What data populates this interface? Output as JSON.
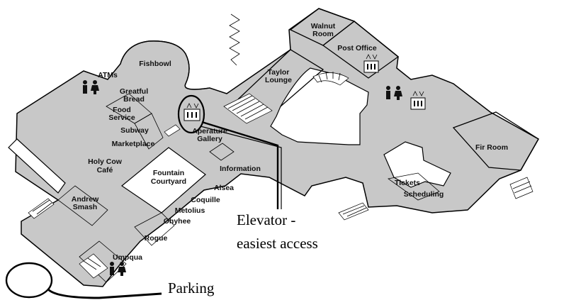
{
  "rooms": {
    "walnut_room_line1": "Walnut",
    "walnut_room_line2": "Room",
    "post_office": "Post Office",
    "fishbowl": "Fishbowl",
    "atms": "ATMs",
    "taylor_lounge_line1": "Taylor",
    "taylor_lounge_line2": "Lounge",
    "greatful_bread_line1": "Greatful",
    "greatful_bread_line2": "Bread",
    "food_service_line1": "Food",
    "food_service_line2": "Service",
    "subway": "Subway",
    "marketplace": "Marketplace",
    "aperature_gallery_line1": "Aperature",
    "aperature_gallery_line2": "Gallery",
    "holy_cow_line1": "Holy Cow",
    "holy_cow_line2": "Café",
    "fountain_courtyard_line1": "Fountain",
    "fountain_courtyard_line2": "Courtyard",
    "information": "Information",
    "alsea": "Alsea",
    "coquille": "Coquille",
    "metolius": "Metolius",
    "ohyhee": "Ohyhee",
    "andrew_smash_line1": "Andrew",
    "andrew_smash_line2": "Smash",
    "rogue": "Rogue",
    "umpqua": "Umpqua",
    "fir_room": "Fir Room",
    "tickets": "Tickets",
    "scheduling": "Scheduling"
  },
  "annotations": {
    "elevator_line1": "Elevator -",
    "elevator_line2": "easiest access",
    "parking": "Parking"
  },
  "icons": [
    "elevator-icon",
    "restroom-icon",
    "stairs-icon"
  ]
}
